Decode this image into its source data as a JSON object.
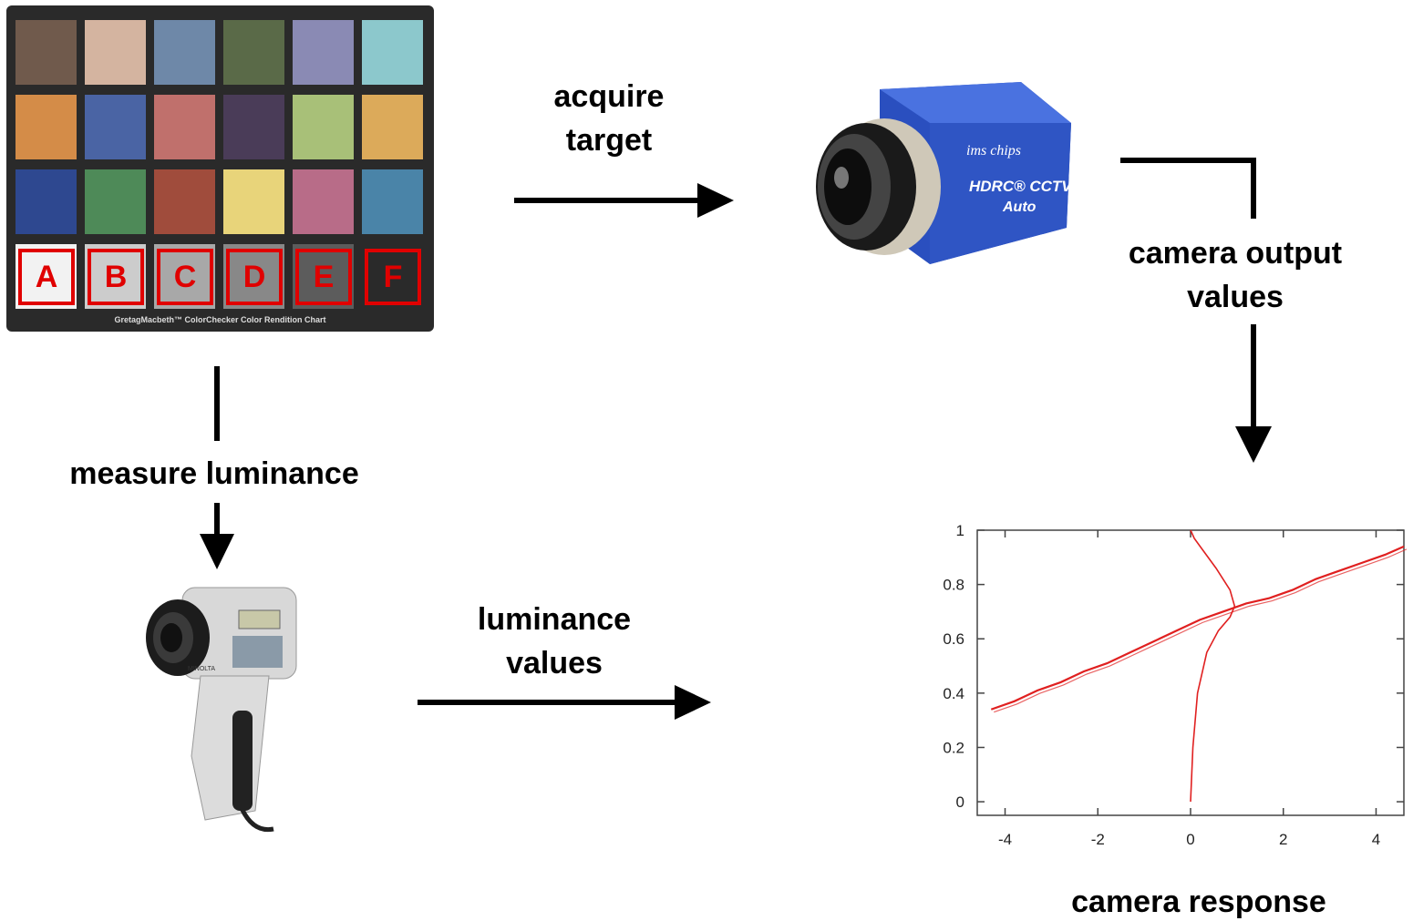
{
  "labels": {
    "acquire_target": "acquire\ntarget",
    "camera_output_values": "camera output\nvalues",
    "measure_luminance": "measure luminance",
    "luminance_values": "luminance\nvalues",
    "camera_response": "camera response"
  },
  "color_checker": {
    "caption": "GretagMacbeth™ ColorChecker Color Rendition Chart",
    "patches": [
      [
        "#705a4c",
        "#d4b4a0",
        "#6e88a8",
        "#5a6a48",
        "#8a8ab4",
        "#8cc8cc"
      ],
      [
        "#d48c48",
        "#4a64a4",
        "#c0706c",
        "#4a3c58",
        "#a8c078",
        "#dcaa5a"
      ],
      [
        "#2e4890",
        "#4e8a58",
        "#a04c3c",
        "#e8d47a",
        "#b86c88",
        "#4a84a8"
      ]
    ],
    "gray_row": [
      {
        "letter": "A",
        "color": "#f2f2f2"
      },
      {
        "letter": "B",
        "color": "#cccccc"
      },
      {
        "letter": "C",
        "color": "#a8a8a8"
      },
      {
        "letter": "D",
        "color": "#888888"
      },
      {
        "letter": "E",
        "color": "#5c5c5c"
      },
      {
        "letter": "F",
        "color": "#2a2a2a"
      }
    ]
  },
  "camera": {
    "brand": "ims chips",
    "model": "HDRC® CCTV",
    "mode": "Auto",
    "color": "#2f55c4"
  },
  "meter": {
    "brand": "MINOLTA"
  },
  "chart_data": {
    "type": "line",
    "title": "",
    "xlabel": "",
    "ylabel": "",
    "xlim": [
      -4.6,
      4.6
    ],
    "ylim": [
      -0.05,
      1.0
    ],
    "x_ticks": [
      "-4",
      "-2",
      "0",
      "2",
      "4"
    ],
    "y_ticks": [
      "0",
      "0.2",
      "0.4",
      "0.6",
      "0.8",
      "1"
    ],
    "x_tick_values": [
      -4,
      -2,
      0,
      2,
      4
    ],
    "y_tick_values": [
      0,
      0.2,
      0.4,
      0.6,
      0.8,
      1
    ],
    "grid": false,
    "line_color": "#e02020",
    "series": [
      {
        "x": [
          -4.3,
          -3.8,
          -3.3,
          -2.8,
          -2.3,
          -1.8,
          -1.3,
          -0.8,
          -0.3,
          0.2,
          0.7,
          1.2,
          1.7,
          2.2,
          2.7,
          3.2,
          3.7,
          4.2,
          4.6
        ],
        "y": [
          0.34,
          0.37,
          0.41,
          0.44,
          0.48,
          0.51,
          0.55,
          0.59,
          0.63,
          0.67,
          0.7,
          0.73,
          0.75,
          0.78,
          0.82,
          0.85,
          0.88,
          0.91,
          0.94
        ]
      },
      {
        "x": [
          0,
          0.05,
          0.15,
          0.35,
          0.6,
          0.85,
          0.95,
          0.85,
          0.55,
          0.25,
          0.08,
          0
        ],
        "y": [
          0,
          0.2,
          0.4,
          0.55,
          0.63,
          0.68,
          0.72,
          0.78,
          0.86,
          0.93,
          0.97,
          1.0
        ]
      }
    ]
  }
}
